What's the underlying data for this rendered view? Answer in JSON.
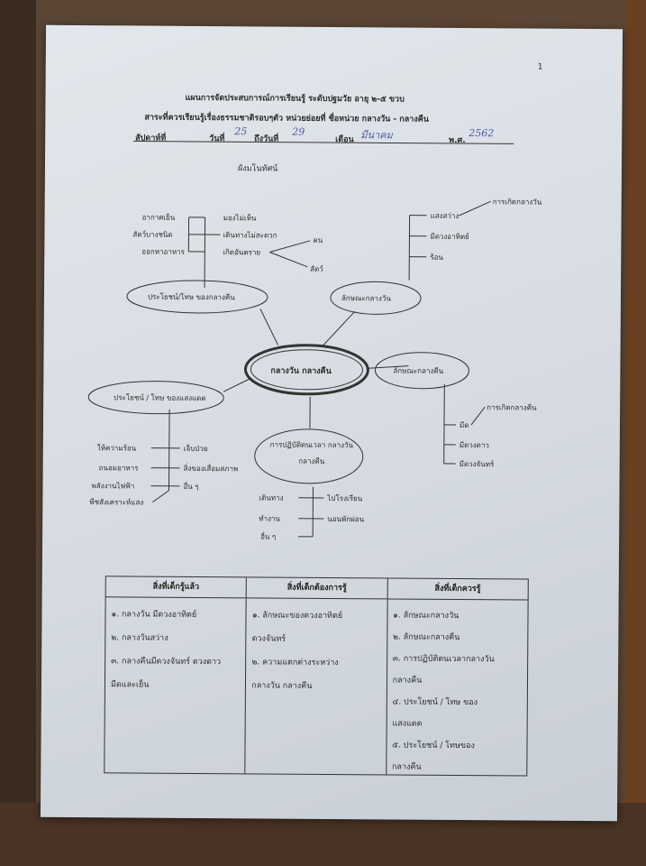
{
  "page_number": "1",
  "header": {
    "line1": "แผนการจัดประสบการณ์การเรียนรู้ ระดับปฐมวัย อายุ ๒-๕ ขวบ",
    "line2": "สาระที่ควรเรียนรู้เรื่องธรรมชาติรอบๆตัว หน่วยย่อยที่ ชื่อหน่วย กลางวัน - กลางคืน",
    "week_label": "สัปดาห์ที่",
    "day_label": "วันที่",
    "day_value": "25",
    "to_label": "ถึงวันที่",
    "to_value": "29",
    "month_label": "เดือน",
    "month_value": "มีนาคม",
    "year_label": "พ.ศ.",
    "year_value": "2562"
  },
  "concept_title": "ผังมโนทัศน์",
  "mindmap": {
    "center": "กลางวัน กลางคืน",
    "benefit_night": "ประโยชน์/โทษ ของกลางคืน",
    "benefit_night_left": [
      "อากาศเย็น",
      "สัตว์บางชนิด",
      "ออกหาอาหาร"
    ],
    "benefit_night_right": [
      "มองไม่เห็น",
      "เดินทางไม่สะดวก",
      "เกิดอันตราย"
    ],
    "danger_to": [
      "คน",
      "สัตว์"
    ],
    "day_traits": "ลักษณะกลางวัน",
    "day_traits_items": [
      "แสงสว่าง",
      "มีดวงอาทิตย์",
      "ร้อน"
    ],
    "day_cause": "การเกิดกลางวัน",
    "night_traits": "ลักษณะกลางคืน",
    "night_cause": "การเกิดกลางคืน",
    "night_traits_items": [
      "มืด",
      "มีดวงดาว",
      "มีดวงจันทร์"
    ],
    "benefit_sun": "ประโยชน์ / โทษ ของแสงแดด",
    "benefit_sun_left": [
      "ให้ความร้อน",
      "ถนอมอาหาร",
      "พลังงานไฟฟ้า",
      "พืชสังเคราะห์แสง"
    ],
    "benefit_sun_right": [
      "เจ็บป่วย",
      "สิ่งของเสื่อมสภาพ",
      "อื่น ๆ"
    ],
    "practice": "การปฏิบัติตนเวลา กลางวัน กลางคืน",
    "practice_left": [
      "เดินทาง",
      "ทำงาน",
      "อื่น ๆ"
    ],
    "practice_right": [
      "ไปโรงเรียน",
      "นอนพักผ่อน"
    ]
  },
  "table": {
    "headers": [
      "สิ่งที่เด็กรู้แล้ว",
      "สิ่งที่เด็กต้องการรู้",
      "สิ่งที่เด็กควรรู้"
    ],
    "col1": "๑. กลางวัน มีดวงอาทิตย์\n๒. กลางวันสว่าง\n๓. กลางคืนมีดวงจันทร์ ดวงดาว\n    มืดและเย็น",
    "col2": "๑. ลักษณะของดวงอาทิตย์\nดวงจันทร์\n๒. ความแตกต่างระหว่าง\nกลางวัน กลางคืน",
    "col3": "๑. ลักษณะกลางวัน\n๒. ลักษณะกลางคืน\n๓. การปฏิบัติตนเวลากลางวัน\nกลางคืน\n๔. ประโยชน์ / โทษ ของ\nแสงแดด\n๕. ประโยชน์ / โทษของ\nกลางคืน"
  }
}
